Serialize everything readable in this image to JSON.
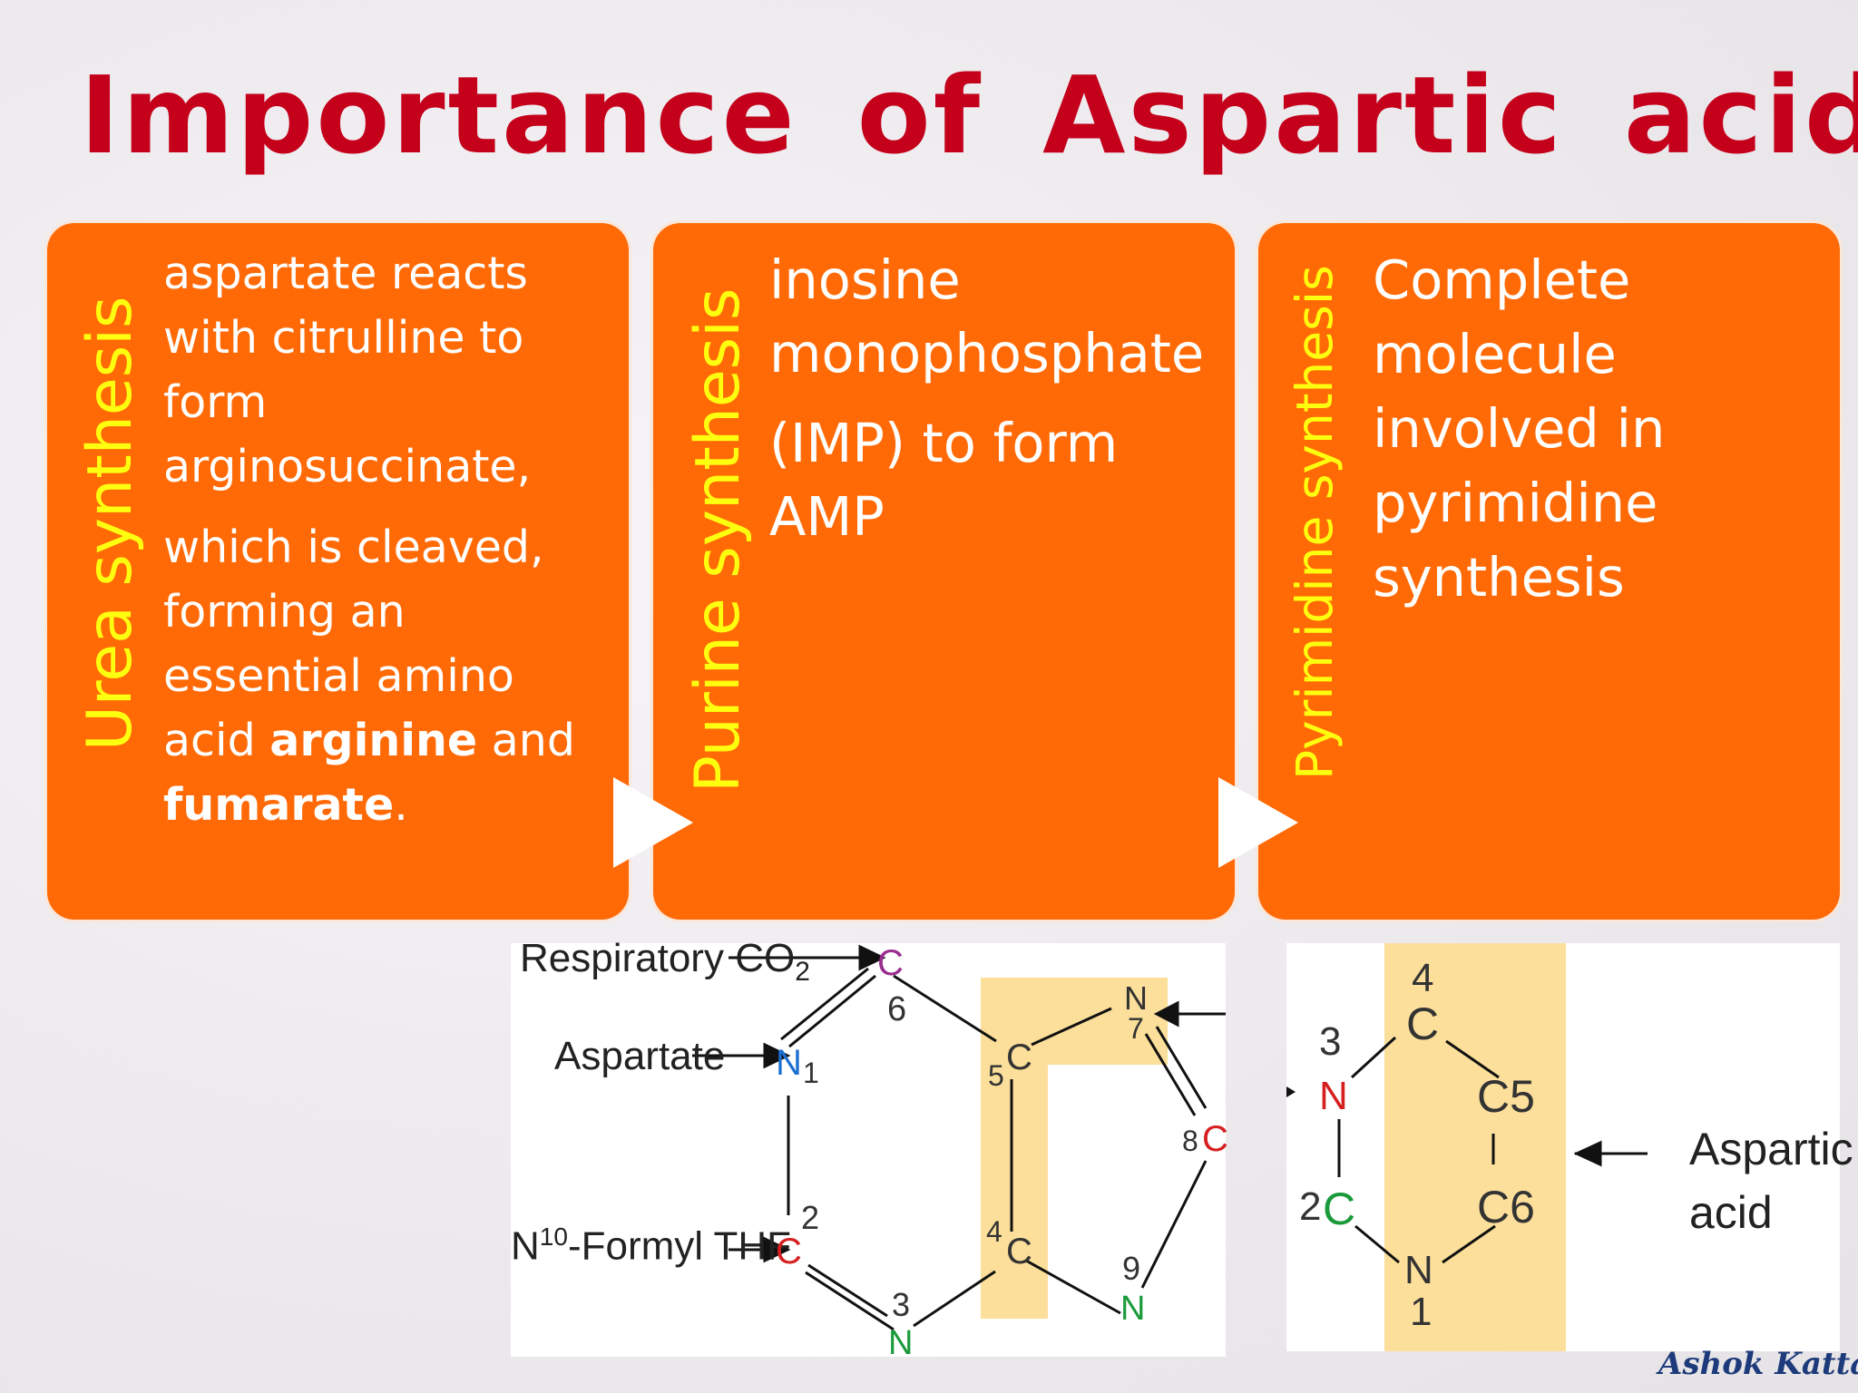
{
  "title": "Importance of Aspartic acid",
  "panels": [
    {
      "label": "Urea synthesis",
      "text_a": "aspartate reacts with citrulline to form arginosuccinate,",
      "text_b1": "which is cleaved, forming an essential amino acid ",
      "text_b_bold1": "arginine",
      "text_b2": " and ",
      "text_b_bold2": "fumarate",
      "text_b3": "."
    },
    {
      "label": "Purine synthesis",
      "text_a": "inosine monophosphate",
      "text_b": "(IMP) to form AMP"
    },
    {
      "label": "Pyrimidine synthesis",
      "text_a": "Complete molecule involved in pyrimidine synthesis"
    }
  ],
  "purine_figure": {
    "respiratory": "Respiratory CO",
    "respiratory_sub": "2",
    "aspartate": "Aspartate",
    "formyl_n": "N",
    "formyl_sup": "10",
    "formyl_rest": "-Formyl THF",
    "atoms": {
      "c6": "C",
      "n1": "N",
      "c2": "C",
      "n3": "N",
      "c4": "C",
      "c5": "C",
      "n7": "N",
      "c8": "C",
      "n9": "N"
    },
    "numbers": {
      "c6": "6",
      "n1": "1",
      "c2": "2",
      "n3": "3",
      "c4": "4",
      "c5": "5",
      "n7": "7",
      "c8": "8",
      "n9": "9"
    },
    "colors": {
      "purple": "#9b2d8f",
      "blue": "#1b6fd1",
      "red": "#d61f1f",
      "dark": "#333333",
      "green": "#1a9a3a",
      "highlight": "#fbdf9a"
    }
  },
  "pyrimidine_figure": {
    "atoms": {
      "c4": "C",
      "c5": "C5",
      "c6": "C6",
      "n3": "N",
      "c2": "C",
      "n1": "N"
    },
    "numbers": {
      "c4": "4",
      "n3": "3",
      "c2": "2",
      "n1": "1"
    },
    "aspartic": "Aspartic",
    "acid": "acid"
  },
  "signature": "Ashok Katta"
}
